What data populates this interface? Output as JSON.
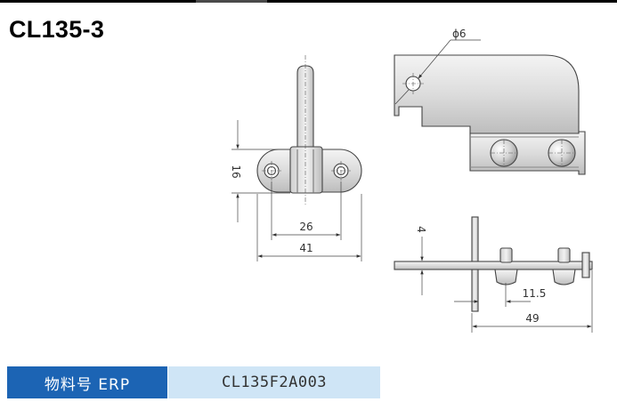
{
  "title": "CL135-3",
  "drawing": {
    "front_view": {
      "height_dim": "16",
      "hole_spacing_dim": "26",
      "overall_width_dim": "41"
    },
    "top_view": {
      "hole_dim": "ϕ6"
    },
    "side_view": {
      "thickness_dim": "4",
      "offset_dim": "11.5",
      "overall_width_dim": "49"
    }
  },
  "erp": {
    "label": "物料号 ERP",
    "value": "CL135F2A003"
  },
  "colors": {
    "erp_label_bg": "#1c64b4",
    "erp_value_bg": "#cfe5f6"
  }
}
